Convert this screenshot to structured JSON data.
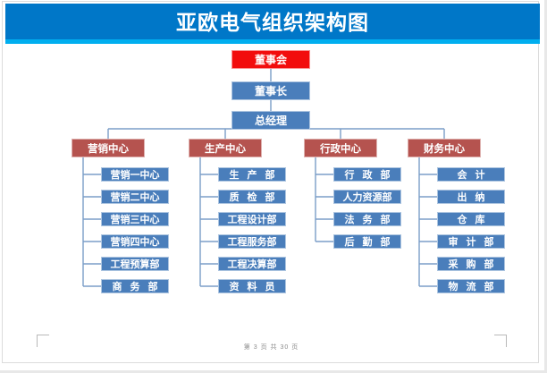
{
  "banner": {
    "title": "亚欧电气组织架构图",
    "bg_color": "#0077c8",
    "stripe_color": "#00aeef",
    "title_color": "#ffffff"
  },
  "colors": {
    "root_red": "#f20d0d",
    "center_red": "#b5534f",
    "node_blue": "#4a7ebb",
    "connector": "#7b9ec8"
  },
  "chart_data": {
    "type": "diagram",
    "subtype": "org-chart",
    "title": "亚欧电气组织架构图",
    "orientation": "top-down",
    "root": {
      "label": "董事会",
      "style": "root"
    },
    "chain": [
      {
        "label": "董事长",
        "style": "exec"
      },
      {
        "label": "总经理",
        "style": "exec"
      }
    ],
    "branches": [
      {
        "label": "营销中心",
        "style": "center",
        "children": [
          "营销一中心",
          "营销二中心",
          "营销三中心",
          "营销四中心",
          "工程预算部",
          "商 务 部"
        ]
      },
      {
        "label": "生产中心",
        "style": "center",
        "children": [
          "生 产 部",
          "质 检 部",
          "工程设计部",
          "工程服务部",
          "工程决算部",
          "资 料 员"
        ]
      },
      {
        "label": "行政中心",
        "style": "center",
        "children": [
          "行 政 部",
          "人力资源部",
          "法 务 部",
          "后 勤 部"
        ]
      },
      {
        "label": "财务中心",
        "style": "center",
        "children": [
          "会 计",
          "出 纳",
          "仓 库",
          "审 计 部",
          "采 购 部",
          "物 流 部"
        ]
      }
    ]
  },
  "footer": {
    "page_text": "第 3 页 共 30 页"
  }
}
